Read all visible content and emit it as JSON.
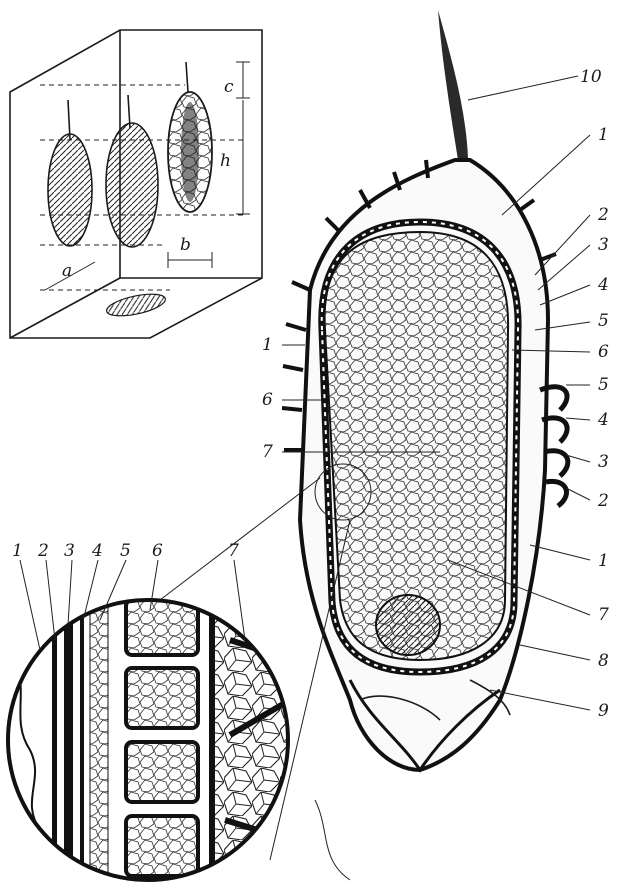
{
  "inset_box": {
    "dimension_labels": [
      "c",
      "h",
      "b",
      "a"
    ]
  },
  "main_section": {
    "top_label": "10",
    "right_labels": [
      "1",
      "2",
      "3",
      "4",
      "5",
      "6",
      "5",
      "4",
      "3",
      "2",
      "1",
      "7",
      "8",
      "9"
    ],
    "left_labels": [
      "1",
      "6",
      "7"
    ]
  },
  "magnified_circle": {
    "layer_labels": [
      "1",
      "2",
      "3",
      "4",
      "5",
      "6",
      "7"
    ]
  },
  "colors": {
    "ink": "#1b1b1b",
    "paper": "#ffffff"
  }
}
